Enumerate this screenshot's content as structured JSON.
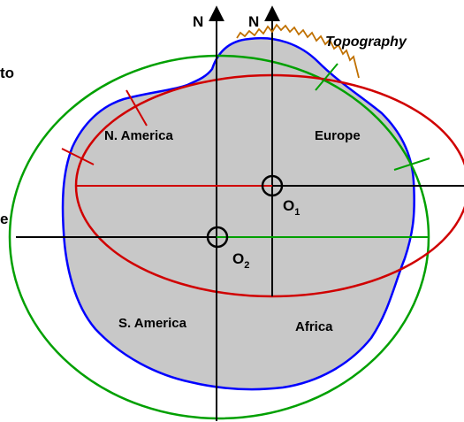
{
  "labels": {
    "north_left": "N",
    "north_right": "N",
    "topography": "Topography",
    "north_america": "N. America",
    "europe": "Europe",
    "south_america": "S. America",
    "africa": "Africa",
    "center_1_letter": "O",
    "center_1_sub": "1",
    "center_2_letter": "O",
    "center_2_sub": "2",
    "left_edge_top_fragment": "to",
    "left_edge_bottom_fragment": "e"
  },
  "colors": {
    "landmass_fill": "#c8c8c8",
    "landmass_outline": "#0000ff",
    "reference_ellipse_red": "#d00000",
    "reference_ellipse_green": "#00a000",
    "topography_line": "#c07000",
    "axes": "#000000"
  }
}
